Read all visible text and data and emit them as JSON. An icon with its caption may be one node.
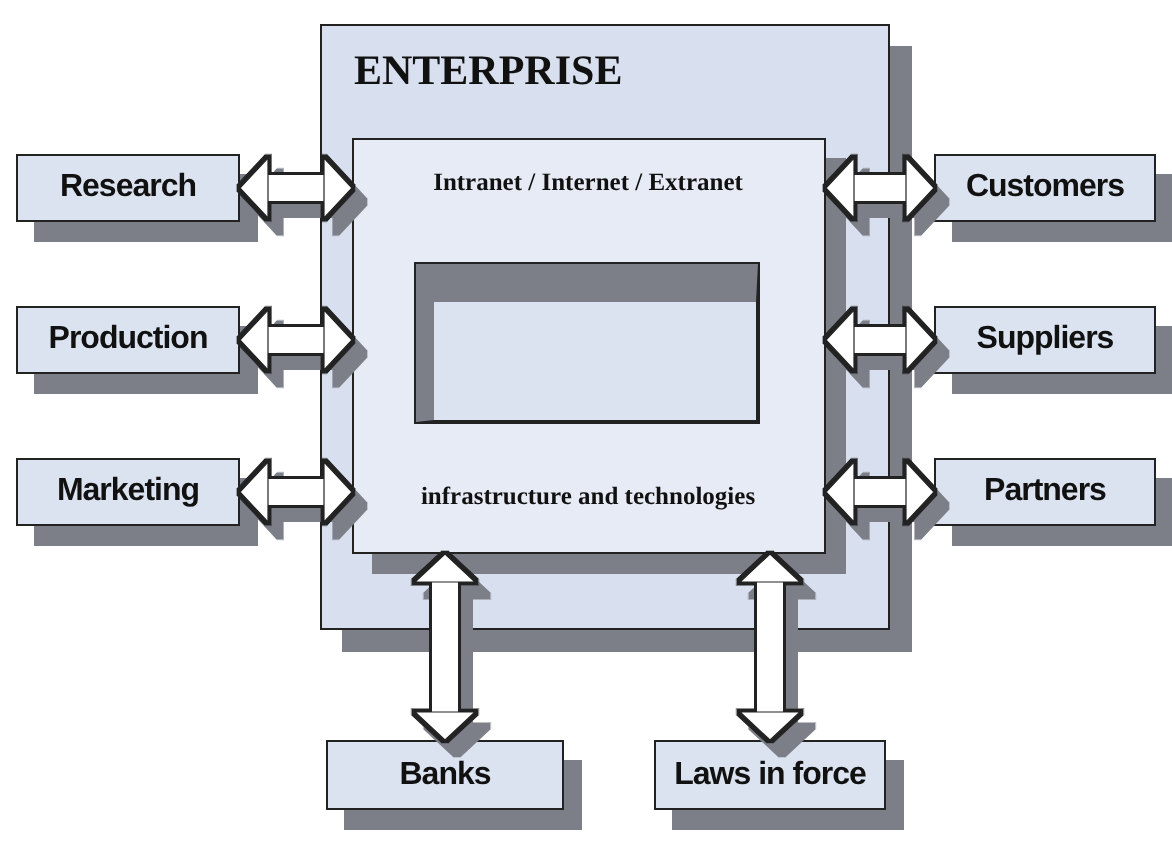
{
  "diagram": {
    "nodes": [
      {
        "text": [
          "ENTERPRISE"
        ]
      },
      {
        "text": [
          "Intranet / Internet / Extranet",
          "infrastructure and technologies"
        ],
        "in": 0
      },
      {
        "text": [],
        "shape": "box",
        "in": 1
      },
      {
        "text": [
          "Research"
        ]
      },
      {
        "text": [
          "Production"
        ]
      },
      {
        "text": [
          "Marketing"
        ]
      },
      {
        "text": [
          "Customers"
        ]
      },
      {
        "text": [
          "Suppliers"
        ]
      },
      {
        "text": [
          "Partners"
        ]
      },
      {
        "text": [
          "Banks"
        ]
      },
      {
        "text": [
          "Laws in force"
        ]
      }
    ],
    "edges": [
      {
        "from": 3,
        "to": 1,
        "arrow": "both"
      },
      {
        "from": 4,
        "to": 1,
        "arrow": "both"
      },
      {
        "from": 5,
        "to": 1,
        "arrow": "both"
      },
      {
        "from": 1,
        "to": 6,
        "arrow": "both"
      },
      {
        "from": 1,
        "to": 7,
        "arrow": "both"
      },
      {
        "from": 1,
        "to": 8,
        "arrow": "both"
      },
      {
        "from": 1,
        "to": 9,
        "arrow": "both"
      },
      {
        "from": 1,
        "to": 10,
        "arrow": "both"
      }
    ]
  }
}
